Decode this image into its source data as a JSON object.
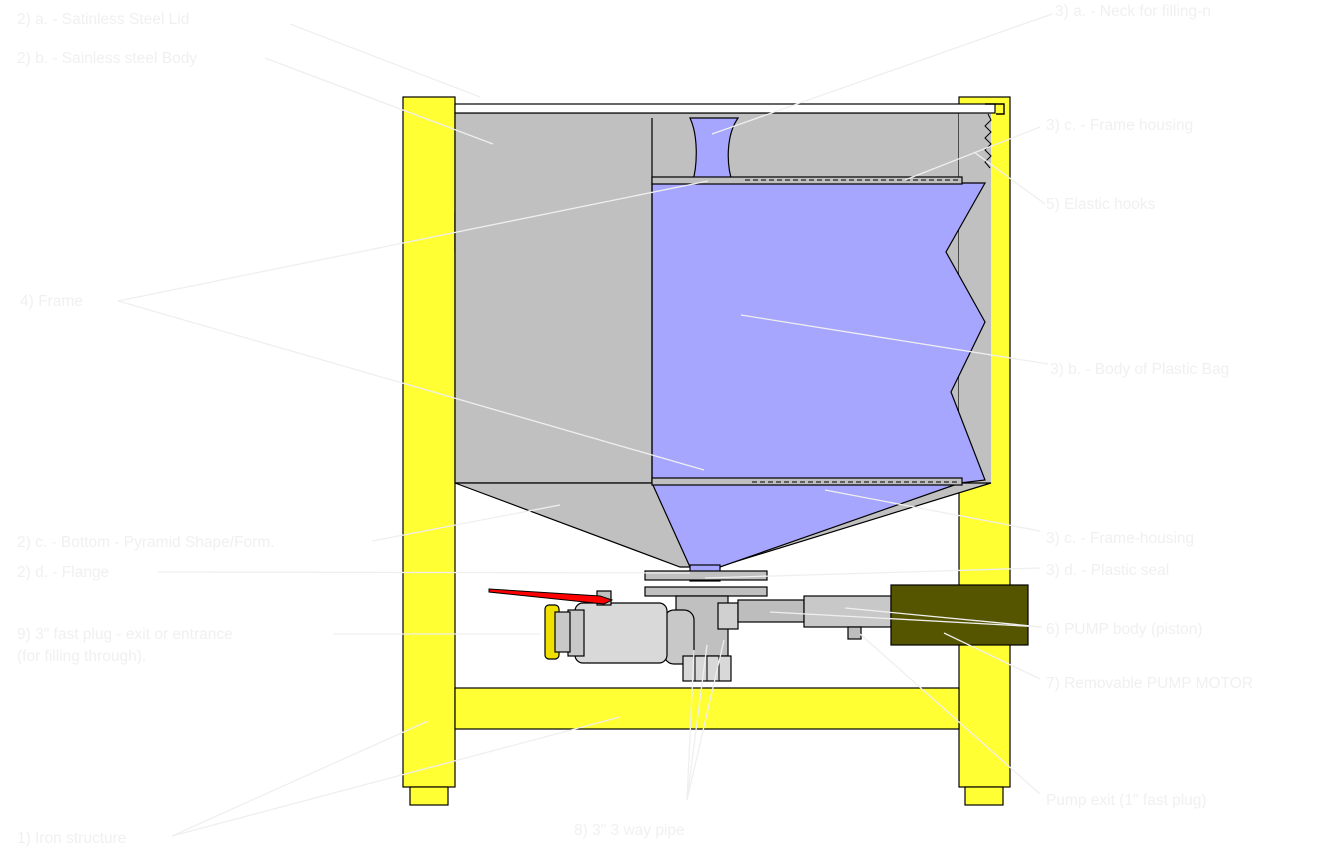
{
  "labels": {
    "lid": "2) a. - Satinless Steel Lid",
    "body": "2) b. - Sainless steel Body",
    "bottom": "2) c. - Bottom - Pyramid Shape/Form.",
    "flange": "2) d. - Flange",
    "frame": "4) Frame",
    "fast_plug_line1": "9) 3\" fast plug - exit or entrance",
    "fast_plug_line2": "(for filling through).",
    "iron": "1) Iron structure",
    "three_way": "8) 3\" 3 way pipe",
    "neck": "3) a. - Neck for filling-n",
    "frame_housing_top": "3) c. - Frame housing",
    "elastic_hooks": "5) Elastic hooks",
    "bag_body": "3) b. - Body of Plastic Bag",
    "frame_housing_bottom": "3) c. - Frame-housing",
    "plastic_seal": "3) d. - Plastic seal",
    "pump_body": "6) PUMP body (piston)",
    "pump_motor": "7) Removable PUMP MOTOR",
    "pump_exit": "Pump exit (1\" fast plug)"
  },
  "colors": {
    "iron": "#ffff33",
    "steel": "#c0c0c0",
    "bag": "#a6a6ff",
    "motor": "#555500",
    "valve_handle": "#ff0000",
    "plug_gasket": "#f0e000",
    "label_text": "#f0f0f0"
  }
}
